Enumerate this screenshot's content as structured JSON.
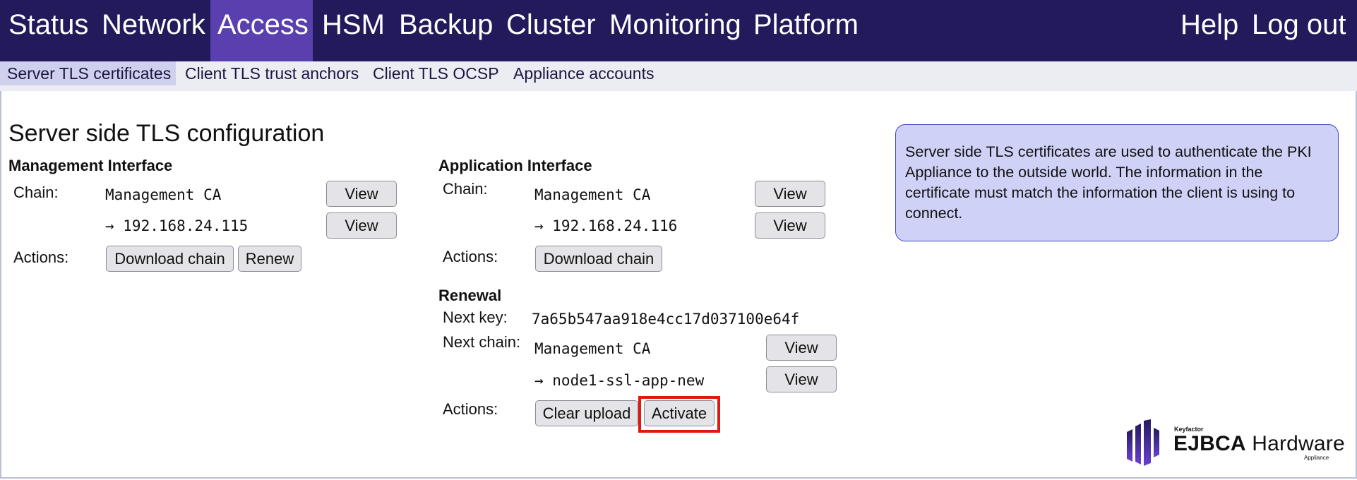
{
  "nav": {
    "items": [
      {
        "label": "Status"
      },
      {
        "label": "Network"
      },
      {
        "label": "Access"
      },
      {
        "label": "HSM"
      },
      {
        "label": "Backup"
      },
      {
        "label": "Cluster"
      },
      {
        "label": "Monitoring"
      },
      {
        "label": "Platform"
      }
    ],
    "active": "Access",
    "help_label": "Help",
    "logout_label": "Log out"
  },
  "subnav": {
    "items": [
      {
        "label": "Server TLS certificates"
      },
      {
        "label": "Client TLS trust anchors"
      },
      {
        "label": "Client TLS OCSP"
      },
      {
        "label": "Appliance accounts"
      }
    ],
    "active": "Server TLS certificates"
  },
  "page": {
    "title": "Server side TLS configuration"
  },
  "management": {
    "heading": "Management Interface",
    "chain_label": "Chain:",
    "chain": [
      "Management CA",
      "→ 192.168.24.115"
    ],
    "view_label": "View",
    "actions_label": "Actions:",
    "download_label": "Download chain",
    "renew_label": "Renew"
  },
  "application": {
    "heading": "Application Interface",
    "chain_label": "Chain:",
    "chain": [
      "Management CA",
      "→ 192.168.24.116"
    ],
    "view_label": "View",
    "actions_label": "Actions:",
    "download_label": "Download chain"
  },
  "renewal": {
    "heading": "Renewal",
    "next_key_label": "Next key:",
    "next_key": "7a65b547aa918e4cc17d037100e64f",
    "next_chain_label": "Next chain:",
    "next_chain": [
      "Management CA",
      "→ node1-ssl-app-new"
    ],
    "view_label": "View",
    "actions_label": "Actions:",
    "clear_label": "Clear upload",
    "activate_label": "Activate"
  },
  "info": {
    "text": "Server side TLS certificates are used to authenticate the PKI Appliance to the outside world. The information in the certificate must match the information the client is using to connect."
  },
  "logo": {
    "small": "Keyfactor",
    "main_bold": "EJBCA",
    "main": " Hardware",
    "sub": "Appliance"
  },
  "colors": {
    "nav_bg": "#231a5c",
    "nav_active": "#5a3fae",
    "subnav_bg": "#ececf3",
    "subnav_active": "#cfd0ee",
    "info_bg": "#cfd1f6",
    "info_border": "#3b48c6",
    "highlight": "#e0180f"
  }
}
